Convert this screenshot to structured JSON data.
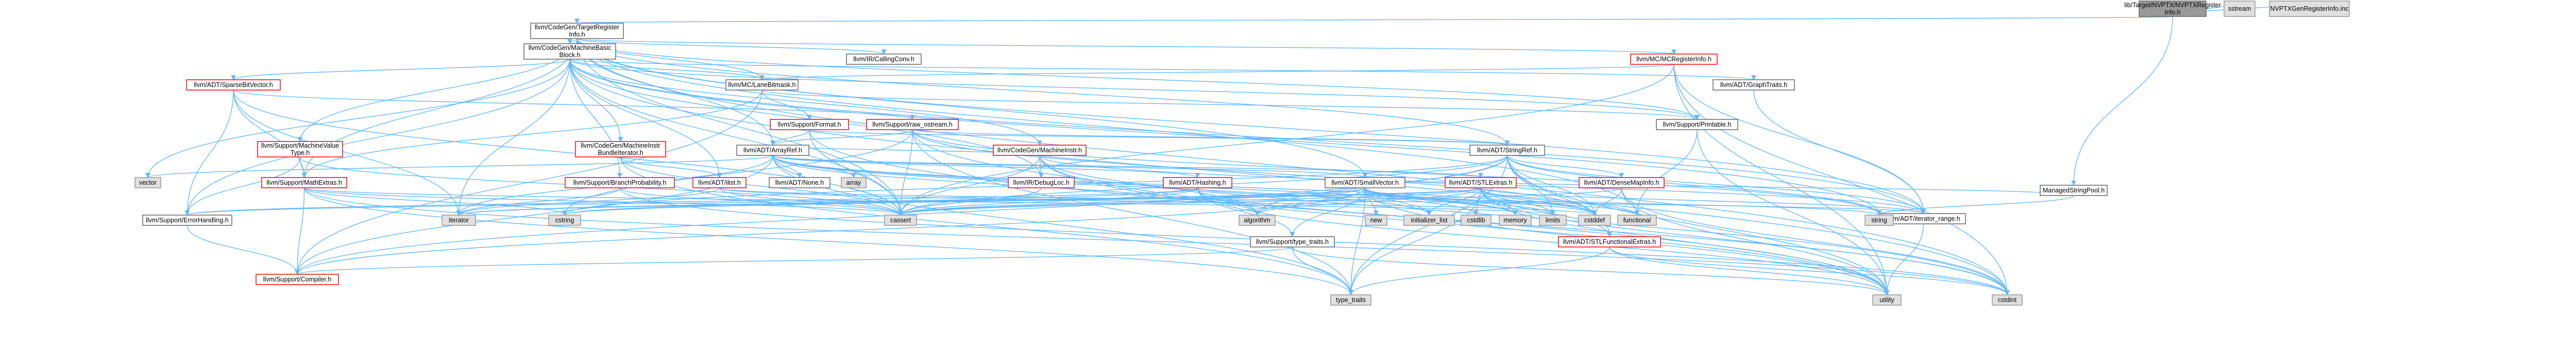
{
  "colors": {
    "edge": "#63b8ff",
    "root_fill": "#999999",
    "node_fill": "#ffffff",
    "node_border": "#666666",
    "truncated_border": "#ff0000",
    "system_fill": "#e0e0e0",
    "system_border": "#999999"
  },
  "nodes": [
    {
      "id": "root",
      "lines": [
        "lib/Target/NVPTX/NVPTXRegister",
        "Info.h"
      ],
      "style": "root"
    },
    {
      "id": "sstream",
      "lines": [
        "sstream"
      ],
      "style": "system"
    },
    {
      "id": "nvptxinc",
      "lines": [
        "NVPTXGenRegisterInfo.inc"
      ],
      "style": "system"
    },
    {
      "id": "tri",
      "lines": [
        "llvm/CodeGen/TargetRegister",
        "Info.h"
      ],
      "style": "normal"
    },
    {
      "id": "msp",
      "lines": [
        "ManagedStringPool.h"
      ],
      "style": "normal"
    },
    {
      "id": "mbb",
      "lines": [
        "llvm/CodeGen/MachineBasic",
        "Block.h"
      ],
      "style": "normal"
    },
    {
      "id": "callconv",
      "lines": [
        "llvm/IR/CallingConv.h"
      ],
      "style": "normal"
    },
    {
      "id": "mcreg",
      "lines": [
        "llvm/MC/MCRegisterInfo.h"
      ],
      "style": "trunc"
    },
    {
      "id": "sparse",
      "lines": [
        "llvm/ADT/SparseBitVector.h"
      ],
      "style": "trunc"
    },
    {
      "id": "lanebm",
      "lines": [
        "llvm/MC/LaneBitmask.h"
      ],
      "style": "normal"
    },
    {
      "id": "graphtraits",
      "lines": [
        "llvm/ADT/GraphTraits.h"
      ],
      "style": "normal"
    },
    {
      "id": "format",
      "lines": [
        "llvm/Support/Format.h"
      ],
      "style": "trunc"
    },
    {
      "id": "rawos",
      "lines": [
        "llvm/Support/raw_ostream.h"
      ],
      "style": "trunc"
    },
    {
      "id": "printable",
      "lines": [
        "llvm/Support/Printable.h"
      ],
      "style": "normal"
    },
    {
      "id": "mvt",
      "lines": [
        "llvm/Support/MachineValue",
        "Type.h"
      ],
      "style": "trunc"
    },
    {
      "id": "mib",
      "lines": [
        "llvm/CodeGen/MachineInstr",
        "BundleIterator.h"
      ],
      "style": "trunc"
    },
    {
      "id": "arrayref",
      "lines": [
        "llvm/ADT/ArrayRef.h"
      ],
      "style": "normal"
    },
    {
      "id": "minstr",
      "lines": [
        "llvm/CodeGen/MachineInstr.h"
      ],
      "style": "trunc"
    },
    {
      "id": "stringref",
      "lines": [
        "llvm/ADT/StringRef.h"
      ],
      "style": "normal"
    },
    {
      "id": "vector",
      "lines": [
        "vector"
      ],
      "style": "system"
    },
    {
      "id": "mathextras",
      "lines": [
        "llvm/Support/MathExtras.h"
      ],
      "style": "trunc"
    },
    {
      "id": "branchprob",
      "lines": [
        "llvm/Support/BranchProbability.h"
      ],
      "style": "trunc"
    },
    {
      "id": "ilist",
      "lines": [
        "llvm/ADT/ilist.h"
      ],
      "style": "trunc"
    },
    {
      "id": "none",
      "lines": [
        "llvm/ADT/None.h"
      ],
      "style": "normal"
    },
    {
      "id": "array",
      "lines": [
        "array"
      ],
      "style": "system"
    },
    {
      "id": "debugloc",
      "lines": [
        "llvm/IR/DebugLoc.h"
      ],
      "style": "trunc"
    },
    {
      "id": "hashing",
      "lines": [
        "llvm/ADT/Hashing.h"
      ],
      "style": "trunc"
    },
    {
      "id": "smallvector",
      "lines": [
        "llvm/ADT/SmallVector.h"
      ],
      "style": "normal"
    },
    {
      "id": "stlextras",
      "lines": [
        "llvm/ADT/STLExtras.h"
      ],
      "style": "trunc"
    },
    {
      "id": "densemapinfo",
      "lines": [
        "llvm/ADT/DenseMapInfo.h"
      ],
      "style": "trunc"
    },
    {
      "id": "iterrange",
      "lines": [
        "llvm/ADT/iterator_range.h"
      ],
      "style": "normal"
    },
    {
      "id": "errorhandling",
      "lines": [
        "llvm/Support/ErrorHandling.h"
      ],
      "style": "normal"
    },
    {
      "id": "iterator",
      "lines": [
        "iterator"
      ],
      "style": "system"
    },
    {
      "id": "cstring",
      "lines": [
        "cstring"
      ],
      "style": "system"
    },
    {
      "id": "cassert",
      "lines": [
        "cassert"
      ],
      "style": "system"
    },
    {
      "id": "algorithm",
      "lines": [
        "algorithm"
      ],
      "style": "system"
    },
    {
      "id": "typetraits_h",
      "lines": [
        "llvm/Support/type_traits.h"
      ],
      "style": "normal"
    },
    {
      "id": "new",
      "lines": [
        "new"
      ],
      "style": "system"
    },
    {
      "id": "initlist",
      "lines": [
        "initializer_list"
      ],
      "style": "system"
    },
    {
      "id": "cstdlib",
      "lines": [
        "cstdlib"
      ],
      "style": "system"
    },
    {
      "id": "memory",
      "lines": [
        "memory"
      ],
      "style": "system"
    },
    {
      "id": "limits",
      "lines": [
        "limits"
      ],
      "style": "system"
    },
    {
      "id": "cstddef",
      "lines": [
        "cstddef"
      ],
      "style": "system"
    },
    {
      "id": "functional",
      "lines": [
        "functional"
      ],
      "style": "system"
    },
    {
      "id": "stlfunc",
      "lines": [
        "llvm/ADT/STLFunctionalExtras.h"
      ],
      "style": "trunc"
    },
    {
      "id": "string",
      "lines": [
        "string"
      ],
      "style": "system"
    },
    {
      "id": "compiler",
      "lines": [
        "llvm/Support/Compiler.h"
      ],
      "style": "trunc"
    },
    {
      "id": "typetraits",
      "lines": [
        "type_traits"
      ],
      "style": "system"
    },
    {
      "id": "utility",
      "lines": [
        "utility"
      ],
      "style": "system"
    },
    {
      "id": "cstdint",
      "lines": [
        "cstdint"
      ],
      "style": "system"
    }
  ],
  "edges": [
    [
      "root",
      "tri"
    ],
    [
      "root",
      "sstream"
    ],
    [
      "root",
      "nvptxinc"
    ],
    [
      "root",
      "msp"
    ],
    [
      "tri",
      "mbb"
    ],
    [
      "tri",
      "callconv"
    ],
    [
      "tri",
      "mcreg"
    ],
    [
      "tri",
      "lanebm"
    ],
    [
      "tri",
      "mvt"
    ],
    [
      "tri",
      "arrayref"
    ],
    [
      "tri",
      "stringref"
    ],
    [
      "tri",
      "smallvector"
    ],
    [
      "tri",
      "iterrange"
    ],
    [
      "tri",
      "printable"
    ],
    [
      "tri",
      "mathextras"
    ],
    [
      "tri",
      "cassert"
    ],
    [
      "tri",
      "cstdint"
    ],
    [
      "tri",
      "functional"
    ],
    [
      "mbb",
      "sparse"
    ],
    [
      "mbb",
      "lanebm"
    ],
    [
      "mbb",
      "graphtraits"
    ],
    [
      "mbb",
      "mib"
    ],
    [
      "mbb",
      "minstr"
    ],
    [
      "mbb",
      "branchprob"
    ],
    [
      "mbb",
      "ilist"
    ],
    [
      "mbb",
      "debugloc"
    ],
    [
      "mbb",
      "printable"
    ],
    [
      "mbb",
      "iterrange"
    ],
    [
      "mbb",
      "cassert"
    ],
    [
      "mbb",
      "cstdint"
    ],
    [
      "mbb",
      "iterator"
    ],
    [
      "mbb",
      "string"
    ],
    [
      "mbb",
      "vector"
    ],
    [
      "mbb",
      "errorhandling"
    ],
    [
      "mcreg",
      "lanebm"
    ],
    [
      "mcreg",
      "iterrange"
    ],
    [
      "mcreg",
      "cassert"
    ],
    [
      "mcreg",
      "cstdint"
    ],
    [
      "mcreg",
      "utility"
    ],
    [
      "sparse",
      "errorhandling"
    ],
    [
      "sparse",
      "mathextras"
    ],
    [
      "sparse",
      "rawos"
    ],
    [
      "sparse",
      "cassert"
    ],
    [
      "sparse",
      "climits_skip"
    ],
    [
      "sparse",
      "iterator"
    ],
    [
      "lanebm",
      "format"
    ],
    [
      "lanebm",
      "mathextras"
    ],
    [
      "lanebm",
      "printable"
    ],
    [
      "lanebm",
      "compiler"
    ],
    [
      "graphtraits",
      "iterrange"
    ],
    [
      "format",
      "arrayref"
    ],
    [
      "format",
      "stringref"
    ],
    [
      "format",
      "cassert"
    ],
    [
      "format",
      "cstdio_skip"
    ],
    [
      "format",
      "tuple_skip"
    ],
    [
      "format",
      "utility"
    ],
    [
      "rawos",
      "arrayref"
    ],
    [
      "rawos",
      "stringref"
    ],
    [
      "rawos",
      "cassert"
    ],
    [
      "rawos",
      "cstddef"
    ],
    [
      "rawos",
      "cstdint"
    ],
    [
      "rawos",
      "cstring"
    ],
    [
      "rawos",
      "string"
    ],
    [
      "rawos",
      "system_skip"
    ],
    [
      "rawos",
      "typetraits"
    ],
    [
      "printable",
      "functional"
    ],
    [
      "printable",
      "utility"
    ],
    [
      "mvt",
      "errorhandling"
    ],
    [
      "mvt",
      "mathextras"
    ],
    [
      "mvt",
      "cassert"
    ],
    [
      "mib",
      "ilist"
    ],
    [
      "mib",
      "cassert"
    ],
    [
      "mib",
      "typetraits"
    ],
    [
      "arrayref",
      "hashing"
    ],
    [
      "arrayref",
      "none"
    ],
    [
      "arrayref",
      "smallvector"
    ],
    [
      "arrayref",
      "stlextras"
    ],
    [
      "arrayref",
      "compiler"
    ],
    [
      "arrayref",
      "algorithm"
    ],
    [
      "arrayref",
      "array"
    ],
    [
      "arrayref",
      "cassert"
    ],
    [
      "arrayref",
      "cstddef"
    ],
    [
      "arrayref",
      "initlist"
    ],
    [
      "arrayref",
      "iterator"
    ],
    [
      "arrayref",
      "memory"
    ],
    [
      "arrayref",
      "typetraits"
    ],
    [
      "arrayref",
      "vector"
    ],
    [
      "minstr",
      "debugloc"
    ],
    [
      "minstr",
      "arrayref"
    ],
    [
      "minstr",
      "iterrange"
    ],
    [
      "minstr",
      "algorithm"
    ],
    [
      "minstr",
      "cassert"
    ],
    [
      "minstr",
      "cstdint"
    ],
    [
      "minstr",
      "utility"
    ],
    [
      "stringref",
      "densemapinfo"
    ],
    [
      "stringref",
      "stlfunc"
    ],
    [
      "stringref",
      "iterrange"
    ],
    [
      "stringref",
      "compiler"
    ],
    [
      "stringref",
      "algorithm"
    ],
    [
      "stringref",
      "cassert"
    ],
    [
      "stringref",
      "cstddef"
    ],
    [
      "stringref",
      "cstring"
    ],
    [
      "stringref",
      "limits"
    ],
    [
      "stringref",
      "string"
    ],
    [
      "stringref",
      "typetraits"
    ],
    [
      "stringref",
      "utility"
    ],
    [
      "mathextras",
      "compiler"
    ],
    [
      "mathextras",
      "cassert"
    ],
    [
      "mathextras",
      "cstdint"
    ],
    [
      "mathextras",
      "limits"
    ],
    [
      "mathextras",
      "typetraits"
    ],
    [
      "mathextras",
      "cstring"
    ],
    [
      "branchprob",
      "cassert"
    ],
    [
      "branchprob",
      "cstdint"
    ],
    [
      "branchprob",
      "iterator"
    ],
    [
      "branchprob",
      "numeric_skip"
    ],
    [
      "ilist",
      "iterrange"
    ],
    [
      "ilist",
      "cassert"
    ],
    [
      "ilist",
      "cstddef"
    ],
    [
      "ilist",
      "iterator"
    ],
    [
      "debugloc",
      "cassert"
    ],
    [
      "hashing",
      "errorhandling"
    ],
    [
      "hashing",
      "algorithm"
    ],
    [
      "hashing",
      "cassert"
    ],
    [
      "hashing",
      "cstring"
    ],
    [
      "hashing",
      "string"
    ],
    [
      "hashing",
      "typetraits_h"
    ],
    [
      "hashing",
      "utility"
    ],
    [
      "smallvector",
      "compiler"
    ],
    [
      "smallvector",
      "typetraits_h"
    ],
    [
      "smallvector",
      "algorithm"
    ],
    [
      "smallvector",
      "cassert"
    ],
    [
      "smallvector",
      "cstddef"
    ],
    [
      "smallvector",
      "cstdlib"
    ],
    [
      "smallvector",
      "cstring"
    ],
    [
      "smallvector",
      "functional"
    ],
    [
      "smallvector",
      "initlist"
    ],
    [
      "smallvector",
      "iterator"
    ],
    [
      "smallvector",
      "limits"
    ],
    [
      "smallvector",
      "memory"
    ],
    [
      "smallvector",
      "new"
    ],
    [
      "smallvector",
      "typetraits"
    ],
    [
      "smallvector",
      "utility"
    ],
    [
      "stlextras",
      "stlfunc"
    ],
    [
      "stlextras",
      "iterrange"
    ],
    [
      "stlextras",
      "errorhandling"
    ],
    [
      "stlextras",
      "algorithm"
    ],
    [
      "stlextras",
      "cassert"
    ],
    [
      "stlextras",
      "cstddef"
    ],
    [
      "stlextras",
      "cstdint"
    ],
    [
      "stlextras",
      "cstdlib"
    ],
    [
      "stlextras",
      "functional"
    ],
    [
      "stlextras",
      "initlist"
    ],
    [
      "stlextras",
      "iterator"
    ],
    [
      "stlextras",
      "limits"
    ],
    [
      "stlextras",
      "memory"
    ],
    [
      "stlextras",
      "typetraits"
    ],
    [
      "stlextras",
      "utility"
    ],
    [
      "densemapinfo",
      "cassert"
    ],
    [
      "densemapinfo",
      "cstddef"
    ],
    [
      "densemapinfo",
      "cstdint"
    ],
    [
      "densemapinfo",
      "utility"
    ],
    [
      "iterrange",
      "utility"
    ],
    [
      "errorhandling",
      "compiler"
    ],
    [
      "typetraits_h",
      "compiler"
    ],
    [
      "typetraits_h",
      "typetraits"
    ],
    [
      "typetraits_h",
      "utility"
    ],
    [
      "stlfunc",
      "cstdint"
    ],
    [
      "stlfunc",
      "typetraits"
    ],
    [
      "stlfunc",
      "utility"
    ],
    [
      "msp",
      "smallvector"
    ],
    [
      "msp",
      "string"
    ]
  ]
}
